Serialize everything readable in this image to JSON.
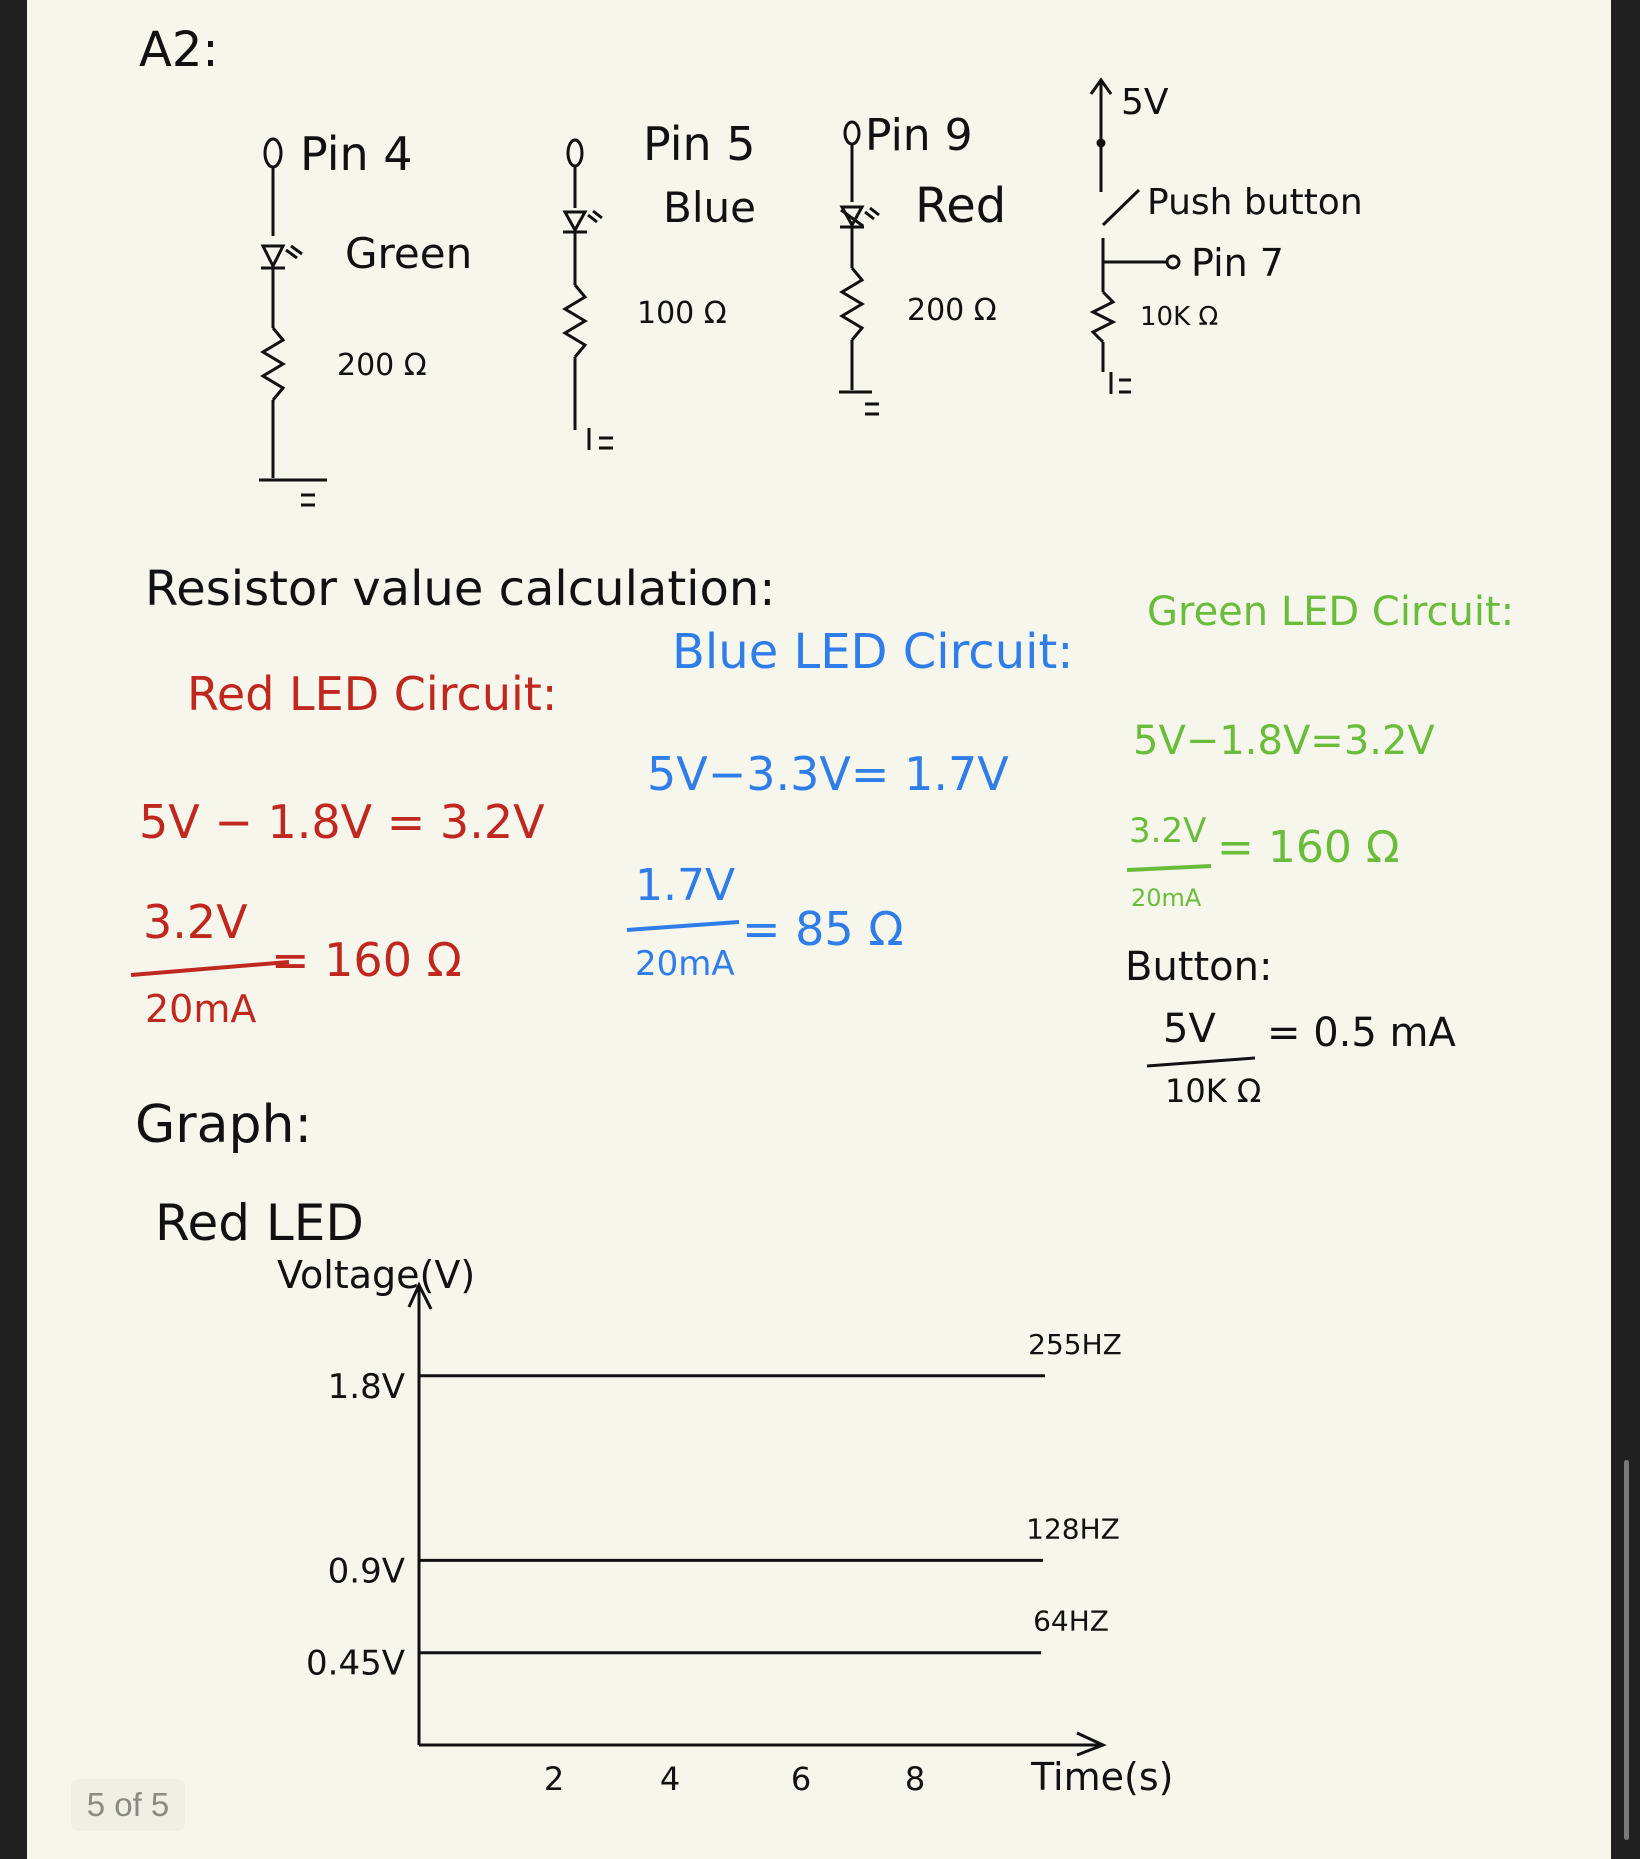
{
  "header": {
    "title": "A2:"
  },
  "schematics": {
    "pin4": {
      "pin": "Pin 4",
      "led": "Green",
      "resistor": "200 Ω"
    },
    "pin5": {
      "pin": "Pin 5",
      "led": "Blue",
      "resistor": "100 Ω"
    },
    "pin9": {
      "pin": "Pin 9",
      "led": "Red",
      "resistor": "200 Ω"
    },
    "button": {
      "supply": "5V",
      "switch": "Push button",
      "pin": "Pin 7",
      "resistor": "10K Ω"
    }
  },
  "calculations": {
    "heading": "Resistor value calculation:",
    "red": {
      "title": "Red LED Circuit:",
      "line1": "5V − 1.8V = 3.2V",
      "numerator": "3.2V",
      "denominator": "20mA",
      "result": "= 160 Ω"
    },
    "blue": {
      "title": "Blue LED Circuit:",
      "line1": "5V−3.3V= 1.7V",
      "numerator": "1.7V",
      "denominator": "20mA",
      "result": "= 85 Ω"
    },
    "green": {
      "title": "Green LED Circuit:",
      "line1": "5V−1.8V=3.2V",
      "numerator": "3.2V",
      "denominator": "20mA",
      "result": "= 160 Ω"
    },
    "button": {
      "title": "Button:",
      "numerator": "5V",
      "denominator": "10K Ω",
      "result": "= 0.5 mA"
    }
  },
  "graph": {
    "heading": "Graph:",
    "subheading": "Red LED",
    "ylabel": "Voltage(V)",
    "xlabel": "Time(s)",
    "x_ticks": [
      "2",
      "4",
      "6",
      "8"
    ],
    "lines": [
      {
        "voltage_label": "1.8V",
        "freq_label": "255HZ"
      },
      {
        "voltage_label": "0.9V",
        "freq_label": "128HZ"
      },
      {
        "voltage_label": "0.45V",
        "freq_label": "64HZ"
      }
    ]
  },
  "chart_data": {
    "type": "line",
    "title": "Red LED",
    "xlabel": "Time(s)",
    "ylabel": "Voltage(V)",
    "x_ticks": [
      2,
      4,
      6,
      8
    ],
    "x": [
      0,
      10
    ],
    "series": [
      {
        "name": "255HZ",
        "values": [
          1.8,
          1.8
        ]
      },
      {
        "name": "128HZ",
        "values": [
          0.9,
          0.9
        ]
      },
      {
        "name": "64HZ",
        "values": [
          0.45,
          0.45
        ]
      }
    ],
    "grid": false
  },
  "footer": {
    "page_indicator": "5 of 5"
  },
  "colors": {
    "ink": "#111111",
    "red": "#c0281f",
    "blue": "#2f7de8",
    "green": "#6abd3a",
    "paper": "#f7f6ec"
  }
}
